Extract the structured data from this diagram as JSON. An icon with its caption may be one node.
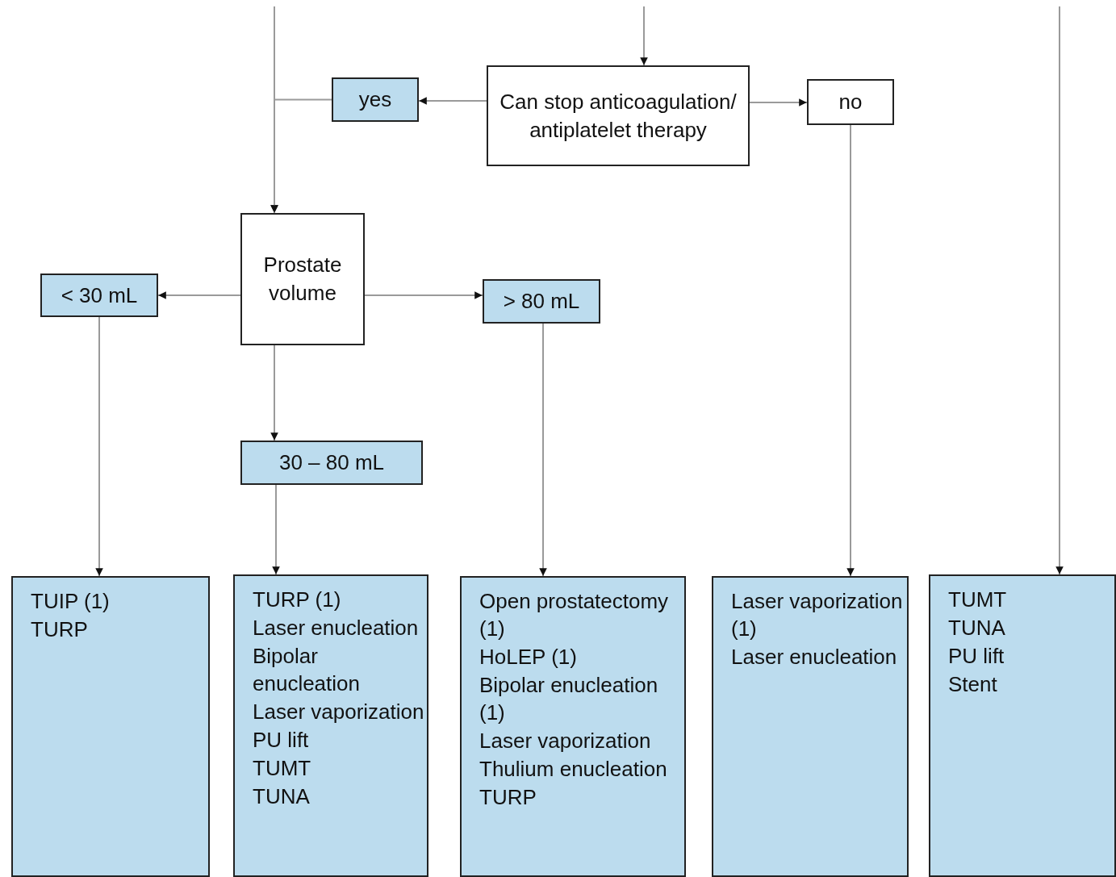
{
  "diagram": {
    "nodes": [
      {
        "text": [
          "Can stop anticoagulation/ antiplatelet therapy"
        ]
      },
      {
        "text": [
          "yes"
        ]
      },
      {
        "text": [
          "no"
        ]
      },
      {
        "text": [
          "Prostate volume"
        ]
      },
      {
        "text": [
          "< 30 mL"
        ]
      },
      {
        "text": [
          "> 80 mL"
        ]
      },
      {
        "text": [
          "30 – 80 mL"
        ]
      },
      {
        "text": [
          "TUIP (1)",
          "TURP"
        ]
      },
      {
        "text": [
          "TURP (1)",
          "Laser enucleation",
          "Bipolar enucleation",
          "Laser vaporization",
          "PU lift",
          "TUMT",
          "TUNA"
        ]
      },
      {
        "text": [
          "Open prostatectomy (1)",
          "HoLEP (1)",
          "Bipolar enucleation (1)",
          "Laser vaporization",
          "Thulium enucleation",
          "TURP"
        ]
      },
      {
        "text": [
          "Laser vaporization (1)",
          "Laser enucleation"
        ]
      },
      {
        "text": [
          "TUMT",
          "TUNA",
          "PU lift",
          "Stent"
        ]
      }
    ],
    "edges": [
      {
        "from": null,
        "to": 0,
        "arrow": "to"
      },
      {
        "from": 0,
        "to": 1,
        "arrow": "to"
      },
      {
        "from": 1,
        "to": 3,
        "arrow": "to"
      },
      {
        "from": null,
        "to": 3,
        "arrow": "to"
      },
      {
        "from": 0,
        "to": 2,
        "arrow": "to"
      },
      {
        "from": 2,
        "to": 10,
        "arrow": "to"
      },
      {
        "from": null,
        "to": 11,
        "arrow": "to"
      },
      {
        "from": 3,
        "to": 4,
        "arrow": "to"
      },
      {
        "from": 3,
        "to": 5,
        "arrow": "to"
      },
      {
        "from": 3,
        "to": 6,
        "arrow": "to"
      },
      {
        "from": 4,
        "to": 7,
        "arrow": "to"
      },
      {
        "from": 6,
        "to": 8,
        "arrow": "to"
      },
      {
        "from": 5,
        "to": 9,
        "arrow": "to"
      }
    ]
  }
}
